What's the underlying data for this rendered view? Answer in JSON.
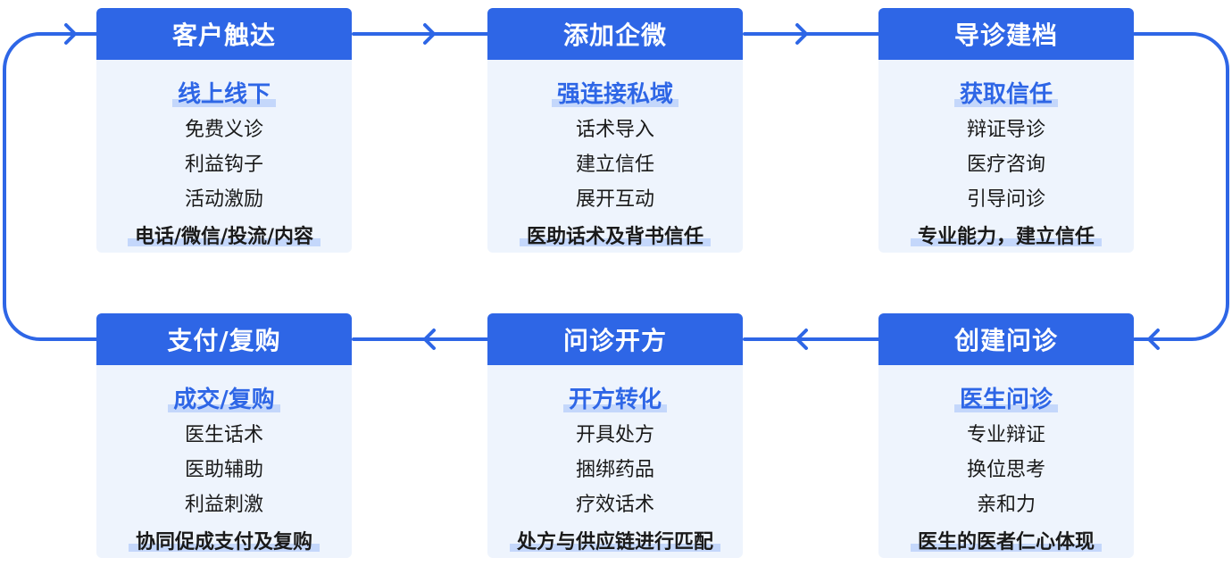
{
  "theme": {
    "accent": "#2e66e6",
    "card_bg": "#eef4fd",
    "highlight": "#c4d7fb"
  },
  "cards": [
    {
      "title": "客户触达",
      "subtitle": "线上线下",
      "items": [
        "免费义诊",
        "利益钩子",
        "活动激励"
      ],
      "summary": "电话/微信/投流/内容"
    },
    {
      "title": "添加企微",
      "subtitle": "强连接私域",
      "items": [
        "话术导入",
        "建立信任",
        "展开互动"
      ],
      "summary": "医助话术及背书信任"
    },
    {
      "title": "导诊建档",
      "subtitle": "获取信任",
      "items": [
        "辩证导诊",
        "医疗咨询",
        "引导问诊"
      ],
      "summary": "专业能力，建立信任"
    },
    {
      "title": "支付/复购",
      "subtitle": "成交/复购",
      "items": [
        "医生话术",
        "医助辅助",
        "利益刺激"
      ],
      "summary": "协同促成支付及复购"
    },
    {
      "title": "问诊开方",
      "subtitle": "开方转化",
      "items": [
        "开具处方",
        "捆绑药品",
        "疗效话术"
      ],
      "summary": "处方与供应链进行匹配"
    },
    {
      "title": "创建问诊",
      "subtitle": "医生问诊",
      "items": [
        "专业辩证",
        "换位思考",
        "亲和力"
      ],
      "summary": "医生的医者仁心体现"
    }
  ]
}
